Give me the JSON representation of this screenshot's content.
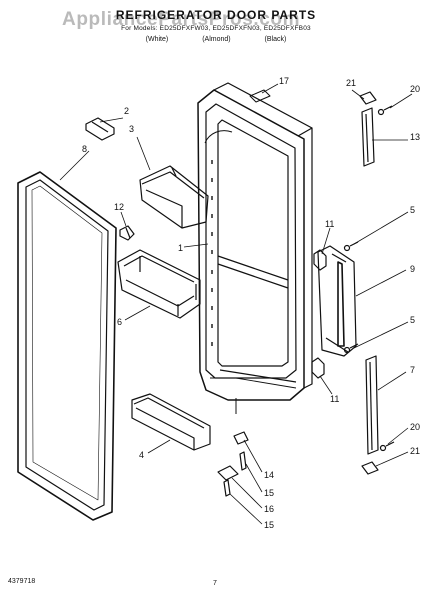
{
  "header": {
    "title": "REFRIGERATOR DOOR PARTS",
    "models": "For Models: ED25DFXFW03, ED25DFXFN03, ED25DFXFB03",
    "variants": [
      "(White)",
      "(Almond)",
      "(Black)"
    ]
  },
  "watermark": "AppliancePartsPros.com",
  "footer": {
    "doc_number": "4379718",
    "page_number": "7"
  },
  "callouts": {
    "c1": "1",
    "c2": "2",
    "c3": "3",
    "c4": "4",
    "c5a": "5",
    "c5b": "5",
    "c6": "6",
    "c7": "7",
    "c8": "8",
    "c9": "9",
    "c11a": "11",
    "c11b": "11",
    "c12": "12",
    "c13": "13",
    "c14": "14",
    "c15a": "15",
    "c15b": "15",
    "c16": "16",
    "c17": "17",
    "c20a": "20",
    "c20b": "20",
    "c21a": "21",
    "c21b": "21"
  }
}
